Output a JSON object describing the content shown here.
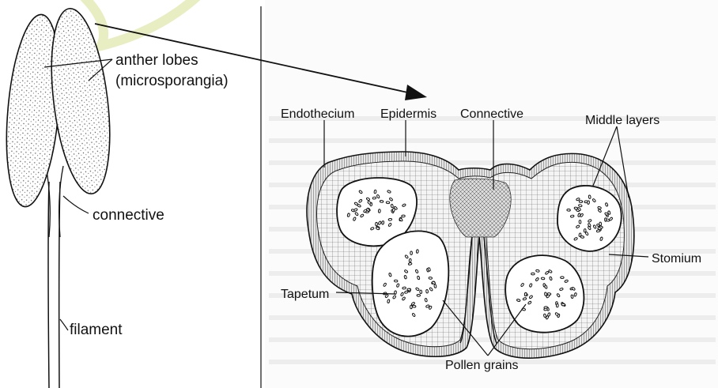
{
  "stamen_labels": {
    "anther_lobes": "anther lobes",
    "microsporangia": "(microsporangia)",
    "connective": "connective",
    "filament": "filament"
  },
  "section_labels": {
    "endothecium": "Endothecium",
    "epidermis": "Epidermis",
    "connective": "Connective",
    "middle_layers": "Middle layers",
    "stomium": "Stomium",
    "tapetum": "Tapetum",
    "pollen_grains": "Pollen grains"
  },
  "colors": {
    "ink": "#111111",
    "background_text": "#c9c9c9",
    "watermark": "#e8eec2"
  }
}
